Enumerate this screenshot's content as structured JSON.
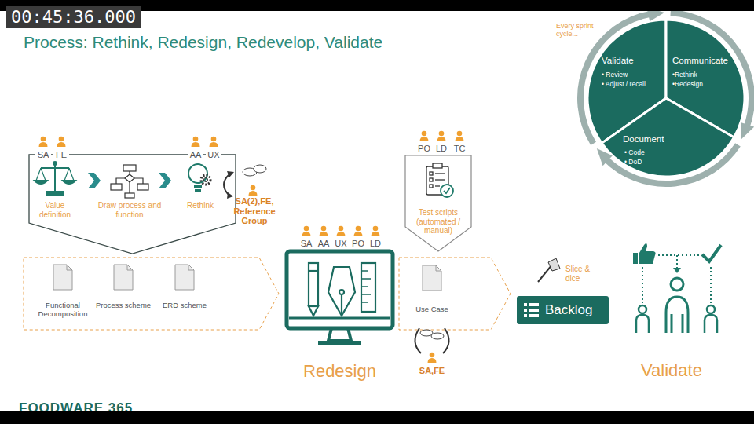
{
  "diagram": {
    "title": "Process: Rethink, Redesign, Redevelop, Validate",
    "nodes": [
      {
        "text": [
          "Validate",
          "• Review",
          "• Adjust / recall"
        ]
      },
      {
        "text": [
          "Communicate",
          "•Rethink",
          "•Redesign"
        ]
      },
      {
        "text": [
          "Document",
          "• Code",
          "• DoD"
        ]
      },
      {
        "text": [
          "Value definition",
          "Draw process and function",
          "Rethink"
        ]
      },
      {
        "text": [
          "Functional Decomposition"
        ]
      },
      {
        "text": [
          "Process scheme"
        ]
      },
      {
        "text": [
          "ERD scheme"
        ]
      },
      {
        "text": [
          "Redesign"
        ]
      },
      {
        "text": [
          "Test scripts (automated / manual)"
        ]
      },
      {
        "text": [
          "Use Case"
        ]
      },
      {
        "text": [
          "Backlog"
        ]
      }
    ],
    "edges": [
      {
        "from": 0,
        "to": 1,
        "arrow": "to"
      },
      {
        "from": 1,
        "to": 2,
        "arrow": "to"
      },
      {
        "from": 2,
        "to": 0,
        "arrow": "to"
      }
    ],
    "labels": [
      "00:45:36.000",
      "Every sprint cycle...",
      "SA",
      "FE",
      "AA",
      "UX",
      "SA(2),FE, Reference Group",
      "SA",
      "AA",
      "UX",
      "PO",
      "LD",
      "PO",
      "LD",
      "TC",
      "SA,FE",
      "Slice & dice",
      "Validate",
      "FOODWARE 365"
    ]
  }
}
